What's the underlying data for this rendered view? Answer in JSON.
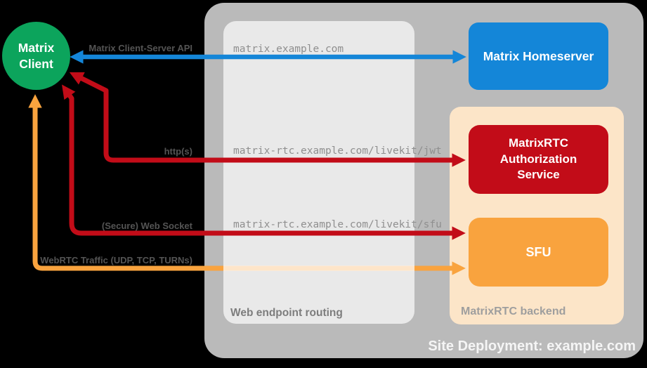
{
  "diagram_title": "Site Deployment: example.com",
  "client": {
    "line1": "Matrix",
    "line2": "Client"
  },
  "nodes": {
    "homeserver": {
      "label": "Matrix Homeserver",
      "color": "#1486d8"
    },
    "auth_service": {
      "label": "MatrixRTC Authorization Service",
      "color": "#c20c18"
    },
    "sfu": {
      "label": "SFU",
      "color": "#f9a33e"
    }
  },
  "groups": {
    "web_routing": {
      "label": "Web endpoint routing",
      "color": "#e9e9e9"
    },
    "rtc_backend": {
      "label": "MatrixRTC backend",
      "color": "#fce5c8"
    },
    "site": {
      "label": "Site Deployment: example.com",
      "color": "#bababa"
    }
  },
  "connections": [
    {
      "id": "client-server-api",
      "label": "Matrix Client-Server API",
      "endpoint": "matrix.example.com",
      "color": "#1486d8",
      "direction": "bidirectional"
    },
    {
      "id": "http",
      "label": "http(s)",
      "endpoint": "matrix-rtc.example.com/livekit/jwt",
      "color": "#c20c18",
      "direction": "bidirectional"
    },
    {
      "id": "websocket",
      "label": "(Secure) Web Socket",
      "endpoint": "matrix-rtc.example.com/livekit/sfu",
      "color": "#c20c18",
      "direction": "bidirectional"
    },
    {
      "id": "webrtc",
      "label": "WebRTC Traffic (UDP, TCP, TURNs)",
      "endpoint": "",
      "color": "#f9a33e",
      "direction": "bidirectional"
    }
  ],
  "colors": {
    "background": "#000000",
    "client_green": "#0ca45c",
    "homeserver_blue": "#1486d8",
    "auth_red": "#c20c18",
    "sfu_orange": "#f9a33e",
    "backend_peach": "#fce5c8",
    "site_gray": "#bababa",
    "routing_gray": "#e9e9e9"
  }
}
